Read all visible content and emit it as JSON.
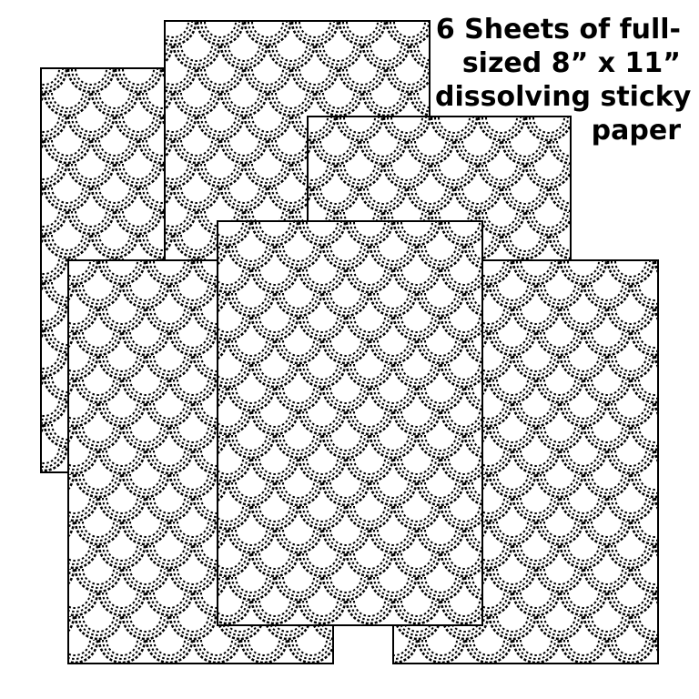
{
  "caption": {
    "lines": [
      "6 Sheets of full-",
      "sized 8” x 11”",
      "dissolving sticky",
      "paper"
    ]
  },
  "sheets": [
    {
      "name": "sheet-1"
    },
    {
      "name": "sheet-2"
    },
    {
      "name": "sheet-3"
    },
    {
      "name": "sheet-4"
    },
    {
      "name": "sheet-5"
    },
    {
      "name": "sheet-6"
    }
  ],
  "colors": {
    "background": "#ffffff",
    "ink": "#000000"
  },
  "pattern": {
    "icon": "scallop-fish-scale-pattern"
  }
}
